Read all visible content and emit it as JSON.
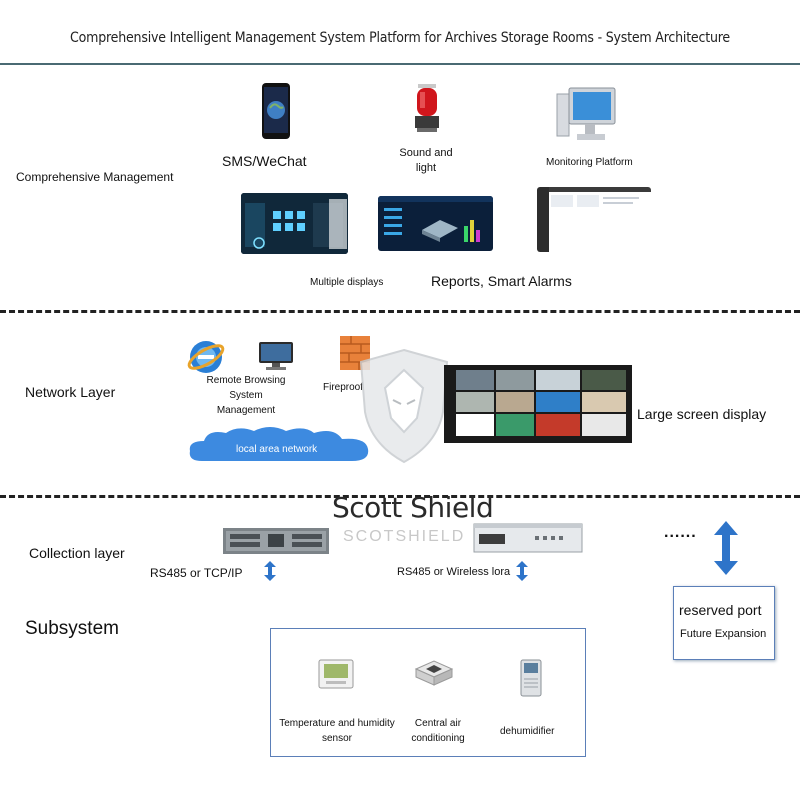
{
  "title": "Comprehensive Intelligent Management System Platform for Archives Storage Rooms - System Architecture",
  "layers": {
    "management": "Comprehensive Management",
    "network": "Network Layer",
    "collection": "Collection layer",
    "subsystem": "Subsystem"
  },
  "management": {
    "sms": "SMS/WeChat",
    "sound_line1": "Sound and",
    "sound_line2": "light",
    "monitoring": "Monitoring Platform",
    "multiple_displays": "Multiple displays",
    "reports": "Reports, Smart Alarms"
  },
  "network": {
    "remote_line1": "Remote Browsing System",
    "remote_line2": "Management",
    "fireproof": "Fireproof",
    "lan": "local area network",
    "large_screen": "Large screen display"
  },
  "watermark": {
    "brand": "Scott Shield",
    "brand_sub": "SCOTSHIELD"
  },
  "collection": {
    "left_protocol": "RS485 or TCP/IP",
    "right_protocol": "RS485 or Wireless lora",
    "dots": "......",
    "reserved": "reserved port",
    "future": "Future Expansion"
  },
  "subsystem": {
    "temp_line1": "Temperature and humidity",
    "temp_line2": "sensor",
    "ac_line1": "Central air",
    "ac_line2": "conditioning",
    "dehumidifier": "dehumidifier"
  },
  "colors": {
    "divider": "#4a6a73",
    "arrow_blue": "#2e74c9",
    "box_border": "#5b7fb8",
    "cloud": "#3d8ae0"
  }
}
